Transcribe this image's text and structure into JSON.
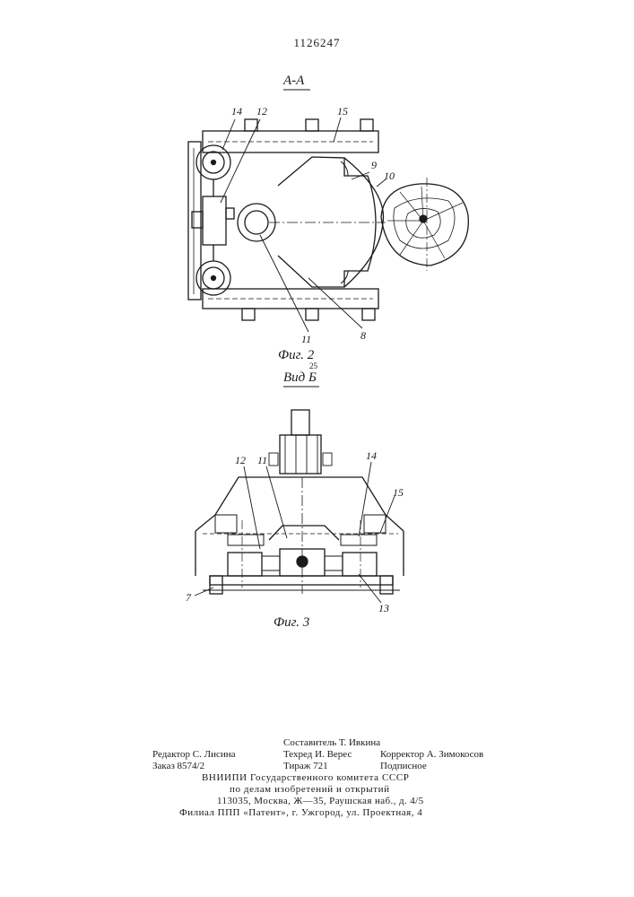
{
  "patent_number": "1126247",
  "figure2": {
    "section_title": "А-А",
    "caption": "Фиг. 2",
    "part_labels": [
      "14",
      "12",
      "15",
      "9",
      "10",
      "11",
      "8"
    ]
  },
  "figure3": {
    "view_title": "Вид Б",
    "caption": "Фиг. 3",
    "margin_number": "25",
    "part_labels": [
      "12",
      "11",
      "14",
      "15",
      "7",
      "13"
    ]
  },
  "colophon": {
    "compiler": "Составитель Т. Ивкина",
    "editor": "Редактор С. Лисина",
    "tech_editor": "Техред И. Верес",
    "proofreader": "Корректор А. Зимокосов",
    "order": "Заказ 8574/2",
    "circulation": "Тираж 721",
    "subscription": "Подписное",
    "org_line1": "ВНИИПИ Государственного комитета СССР",
    "org_line2": "по делам изобретений и открытий",
    "address": "113035, Москва, Ж—35, Раушская наб., д. 4/5",
    "branch": "Филиал ППП «Патент», г. Ужгород, ул. Проектная, 4"
  }
}
